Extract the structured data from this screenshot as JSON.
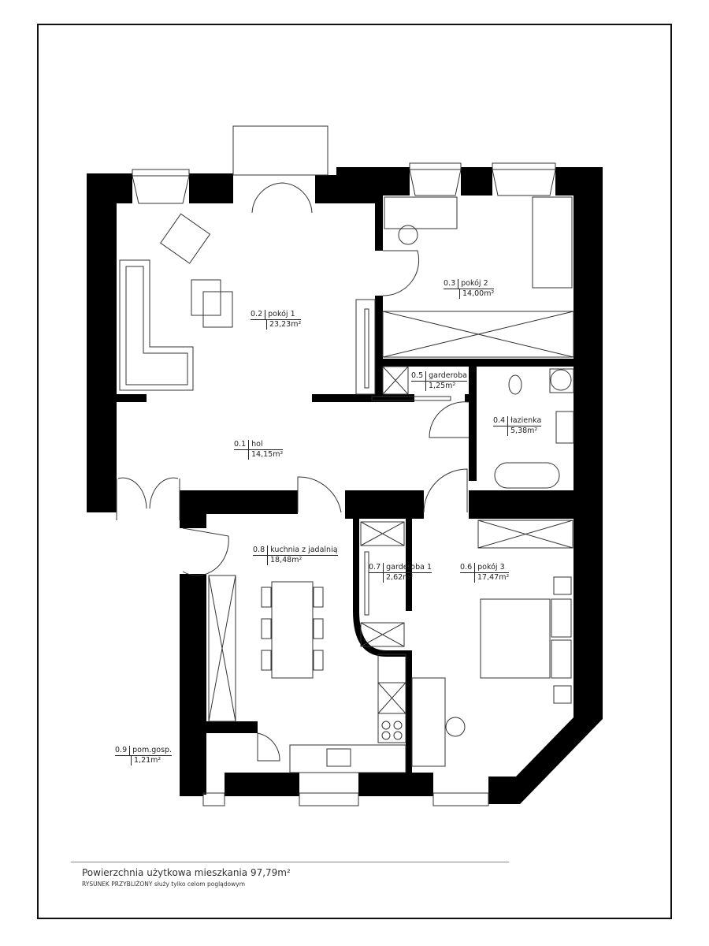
{
  "rooms": [
    {
      "id": "0.2",
      "name": "pokój 1",
      "area": "23,23m²"
    },
    {
      "id": "0.3",
      "name": "pokój 2",
      "area": "14,00m²"
    },
    {
      "id": "0.5",
      "name": "garderoba",
      "area": "1,25m²"
    },
    {
      "id": "0.4",
      "name": "łazienka",
      "area": "5,38m²"
    },
    {
      "id": "0.1",
      "name": "hol",
      "area": "14,15m²"
    },
    {
      "id": "0.8",
      "name": "kuchnia z jadalnią",
      "area": "18,48m²"
    },
    {
      "id": "0.7",
      "name": "garderoba 1",
      "area": "2,62m²"
    },
    {
      "id": "0.6",
      "name": "pokój 3",
      "area": "17,47m²"
    },
    {
      "id": "0.9",
      "name": "pom.gosp.",
      "area": "1,21m²"
    }
  ],
  "footer": {
    "title": "Powierzchnia użytkowa mieszkania 97,79m²",
    "note": "RYSUNEK PRZYBLIŻONY służy tylko celom poglądowym"
  },
  "colors": {
    "wall": "#000000",
    "line": "#333333"
  }
}
